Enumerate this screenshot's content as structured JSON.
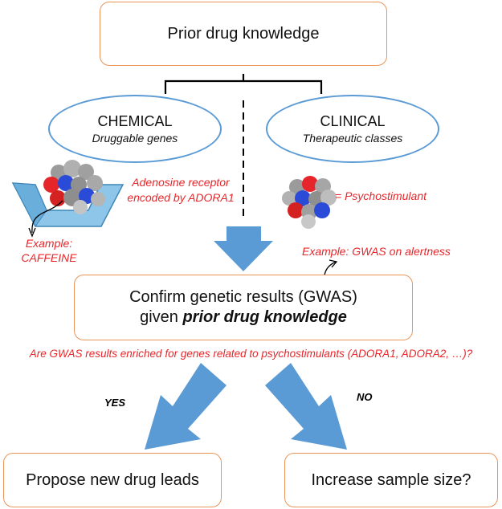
{
  "top_box": {
    "label": "Prior drug knowledge"
  },
  "chemical": {
    "title": "CHEMICAL",
    "subtitle": "Druggable genes"
  },
  "clinical": {
    "title": "CLINICAL",
    "subtitle": "Therapeutic classes"
  },
  "annotations": {
    "adenosine_line1": "Adenosine receptor",
    "adenosine_line2": "encoded by ADORA1",
    "example_line1": "Example:",
    "example_line2": "CAFFEINE",
    "psychostimulant": "= Psychostimulant",
    "gwas_example": "Example: GWAS on alertness",
    "question": "Are GWAS results enriched for genes related to psychostimulants (ADORA1, ADORA2, …)?"
  },
  "confirm_box": {
    "line1": "Confirm genetic results (GWAS)",
    "line2_prefix": "given ",
    "line2_bold": "prior drug knowledge"
  },
  "branches": {
    "yes": "YES",
    "no": "NO"
  },
  "outcomes": {
    "left": "Propose new drug leads",
    "right": "Increase sample size?"
  },
  "colors": {
    "box_border": "#e8955a",
    "oval_border": "#5b9bd5",
    "arrow_fill": "#5b9bd5",
    "annotation_text": "#e8262a"
  }
}
